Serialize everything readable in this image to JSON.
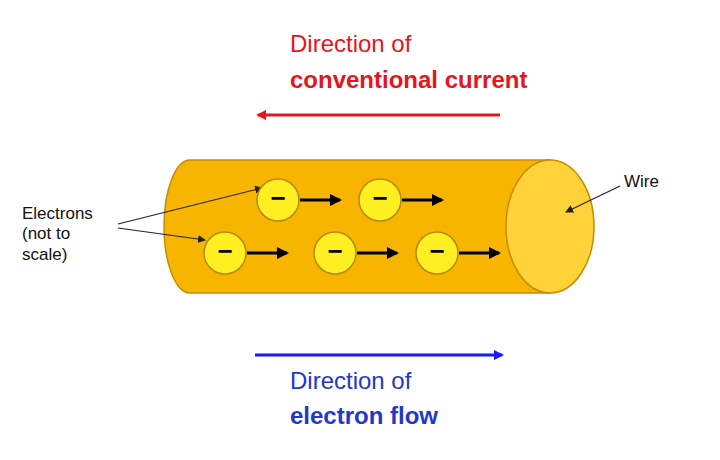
{
  "diagram": {
    "nodes": [
      {
        "text": [
          "−"
        ]
      },
      {
        "text": [
          "−"
        ]
      },
      {
        "text": [
          "−"
        ]
      },
      {
        "text": [
          "−"
        ]
      },
      {
        "text": [
          "−"
        ]
      }
    ],
    "labels": [
      "Direction of",
      "conventional current",
      "Wire",
      "Electrons (not to scale)",
      "Direction of",
      "electron flow"
    ]
  }
}
